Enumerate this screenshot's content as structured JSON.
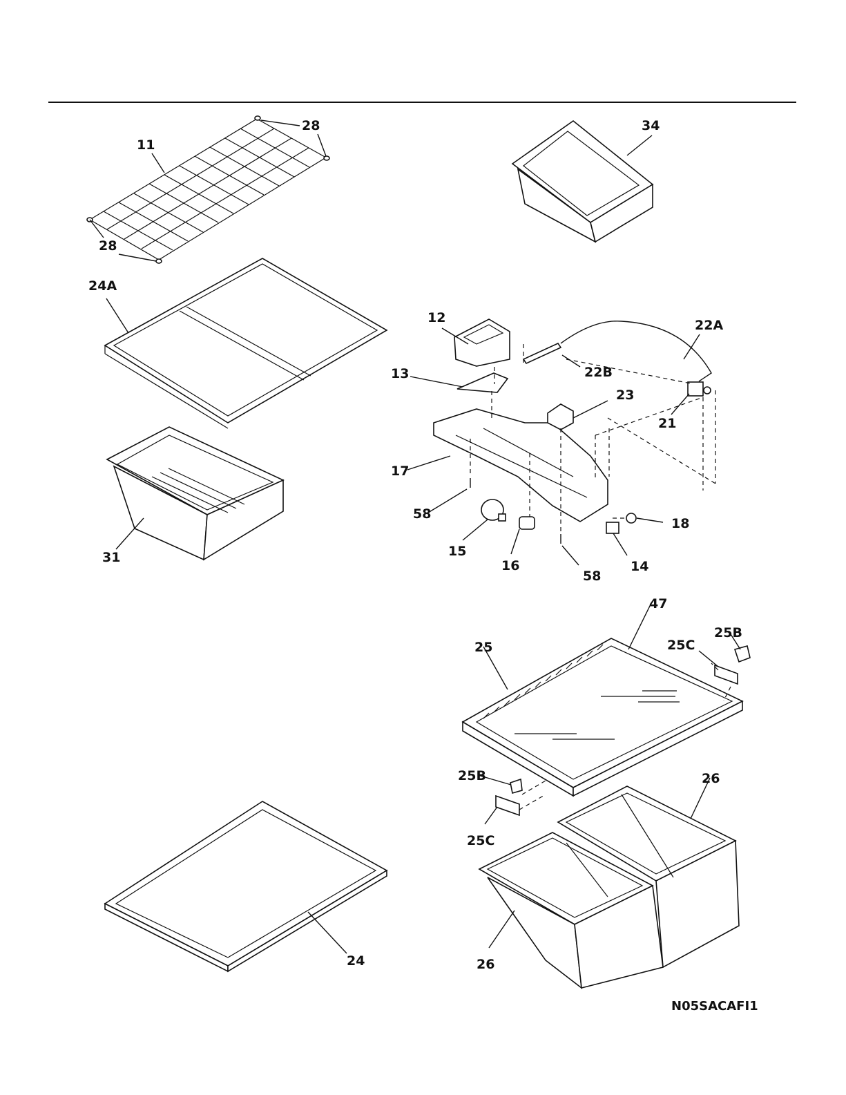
{
  "document": {
    "drawing_code": "N05SACAFI1"
  },
  "callouts": {
    "c11": "11",
    "c28a": "28",
    "c28b": "28",
    "c24a": "24A",
    "c31": "31",
    "c34": "34",
    "c12": "12",
    "c13": "13",
    "c22a": "22A",
    "c22b": "22B",
    "c23": "23",
    "c21": "21",
    "c17": "17",
    "c58a": "58",
    "c58b": "58",
    "c15": "15",
    "c16": "16",
    "c18": "18",
    "c14": "14",
    "c47": "47",
    "c25": "25",
    "c25c_top": "25C",
    "c25b_top": "25B",
    "c25b_bottom": "25B",
    "c25c_bottom": "25C",
    "c26_top": "26",
    "c26_bottom": "26",
    "c24": "24"
  }
}
